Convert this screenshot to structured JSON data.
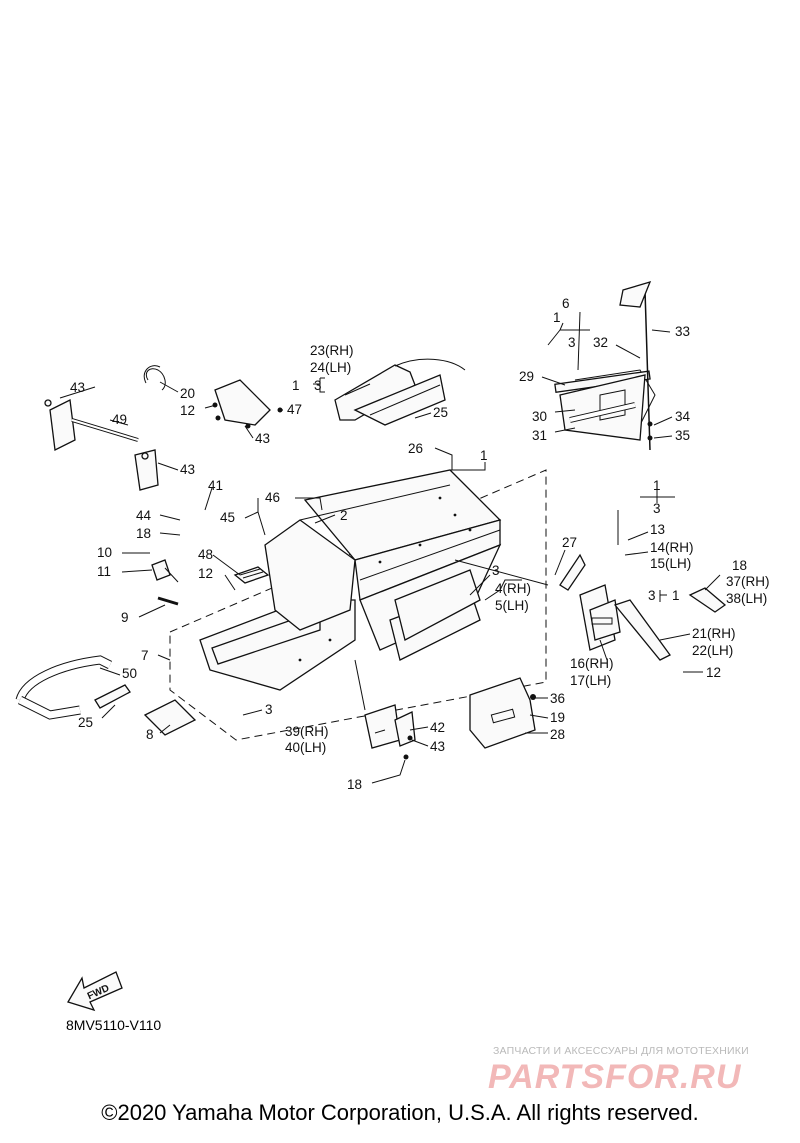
{
  "labels": {
    "p1_top": "1",
    "p1_left": "1",
    "p1_rt": "1",
    "p1_rt2": "1",
    "p1_mid": "1",
    "p2": "2",
    "p3_a": "3",
    "p3_b": "3",
    "p3_c": "3",
    "p3_d": "3",
    "p3_e": "3",
    "p3_f": "3",
    "p4": "4(RH)",
    "p5": "5(LH)",
    "p6": "6",
    "p7": "7",
    "p8": "8",
    "p9": "9",
    "p10": "10",
    "p11": "11",
    "p12_a": "12",
    "p12_b": "12",
    "p12_c": "12",
    "p13": "13",
    "p14": "14(RH)",
    "p15": "15(LH)",
    "p16": "16(RH)",
    "p17": "17(LH)",
    "p18_a": "18",
    "p18_b": "18",
    "p18_c": "18",
    "p19": "19",
    "p20": "20",
    "p21": "21(RH)",
    "p22": "22(LH)",
    "p23": "23(RH)",
    "p24": "24(LH)",
    "p25_a": "25",
    "p25_b": "25",
    "p26": "26",
    "p27": "27",
    "p28": "28",
    "p29": "29",
    "p30": "30",
    "p31": "31",
    "p32": "32",
    "p33": "33",
    "p34": "34",
    "p35": "35",
    "p36": "36",
    "p37": "37(RH)",
    "p38": "38(LH)",
    "p39": "39(RH)",
    "p40": "40(LH)",
    "p41": "41",
    "p42": "42",
    "p43_a": "43",
    "p43_b": "43",
    "p43_c": "43",
    "p43_d": "43",
    "p44": "44",
    "p45": "45",
    "p46": "46",
    "p47": "47",
    "p48": "48",
    "p49": "49",
    "p50": "50"
  },
  "fwd_arrow_text": "FWD",
  "diagram_code": "8MV5110-V110",
  "watermark": {
    "tagline": "ЗАПЧАСТИ И АКСЕССУАРЫ ДЛЯ МОТОТЕХНИКИ",
    "logo": "PARTSFOR.RU"
  },
  "footer": "©2020 Yamaha Motor Corporation, U.S.A. All rights reserved."
}
